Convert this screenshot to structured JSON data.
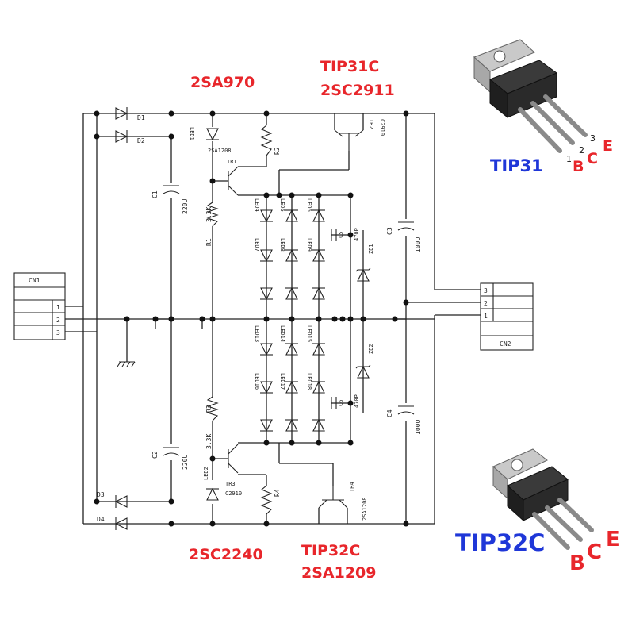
{
  "annotations": {
    "tr1_part": "2SA970",
    "tr2_part_a": "TIP31C",
    "tr2_part_b": "2SC2911",
    "tr3_part": "2SC2240",
    "tr4_part_a": "TIP32C",
    "tr4_part_b": "2SA1209",
    "pkg1_name": "TIP31",
    "pkg2_name": "TIP32C",
    "pin_b": "B",
    "pin_c": "C",
    "pin_e": "E",
    "pin1": "1",
    "pin2": "2",
    "pin3": "3"
  },
  "connectors": {
    "cn1_label": "CN1",
    "cn1_pins": [
      "1",
      "2",
      "3"
    ],
    "cn2_label": "CN2",
    "cn2_pins": [
      "3",
      "2",
      "1"
    ]
  },
  "components": {
    "d1": "D1",
    "d2": "D2",
    "d3": "D3",
    "d4": "D4",
    "c1": "C1",
    "c1_val": "220U",
    "c2": "C2",
    "c2_val": "220U",
    "c3": "C3",
    "c3_val": "100U",
    "c4": "C4",
    "c4_val": "100U",
    "c5": "C5",
    "c6": "C6",
    "c5_val": "470P",
    "c6_val": "470P",
    "r1": "R1",
    "r1_val": "3.3K",
    "r2": "R2",
    "r3": "R3",
    "r3_val": "3.3K",
    "r4": "R4",
    "tr1": "TR1",
    "tr1_code": "2SA1208",
    "tr2": "TR2",
    "tr2_code": "C2910",
    "tr3": "TR3",
    "tr3_code": "C2910",
    "tr4": "TR4",
    "tr4_code": "2SA1208",
    "zd1": "ZD1",
    "zd2": "ZD2",
    "led1": "LED1",
    "led2": "LED2",
    "led_top": [
      "LED4",
      "LED5",
      "LED6",
      "LED7",
      "LED8",
      "LED9"
    ],
    "led_bot": [
      "LED13",
      "LED14",
      "LED15",
      "LED16",
      "LED17",
      "LED18"
    ]
  },
  "colors": {
    "red": "#e8262b",
    "blue": "#1f37d8"
  }
}
